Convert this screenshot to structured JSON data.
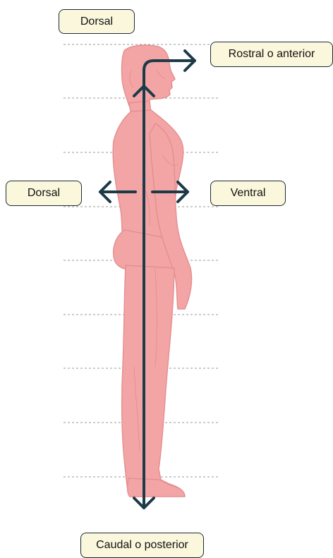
{
  "labels": {
    "top_dorsal": "Dorsal",
    "rostral": "Rostral o anterior",
    "left_dorsal": "Dorsal",
    "ventral": "Ventral",
    "caudal": "Caudal o posterior"
  },
  "colors": {
    "body_fill": "#f3a5a6",
    "body_line": "#e58f91",
    "arrow": "#1d3a48",
    "label_bg": "#fbf7dc",
    "dash": "#9a9a9a"
  }
}
